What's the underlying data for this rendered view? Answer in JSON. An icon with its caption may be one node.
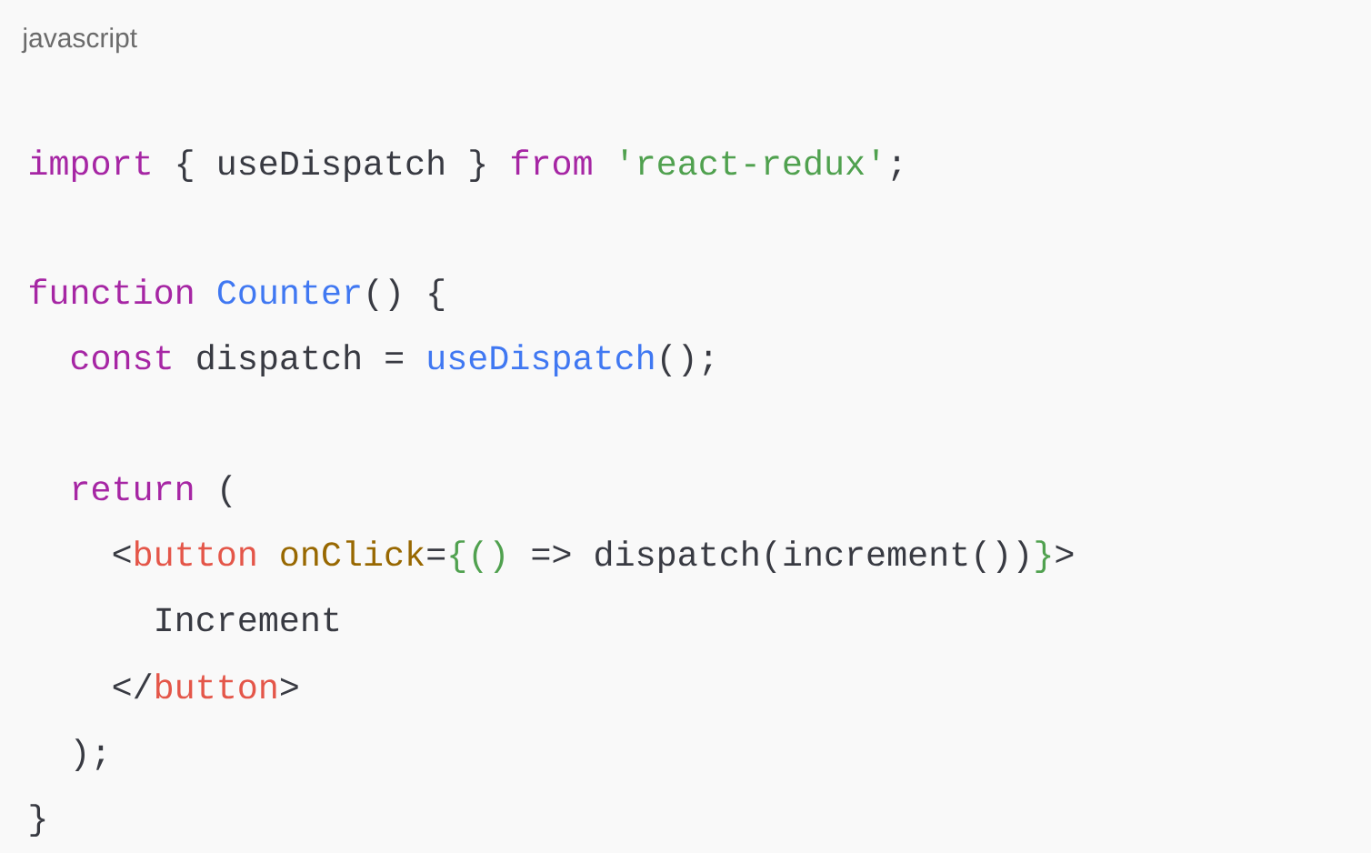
{
  "diagram": {
    "labels": [
      "javascript",
      "import",
      "{ useDispatch }",
      "from",
      "'react-redux'",
      ";",
      "function",
      "Counter",
      "() {",
      "const",
      "dispatch =",
      "useDispatch",
      "();",
      "return",
      "(",
      "<",
      "button",
      "onClick",
      "=",
      "{()",
      "=> dispatch(increment())",
      "}",
      ">",
      "Increment",
      "</",
      "button",
      ">",
      ");",
      "}"
    ]
  }
}
